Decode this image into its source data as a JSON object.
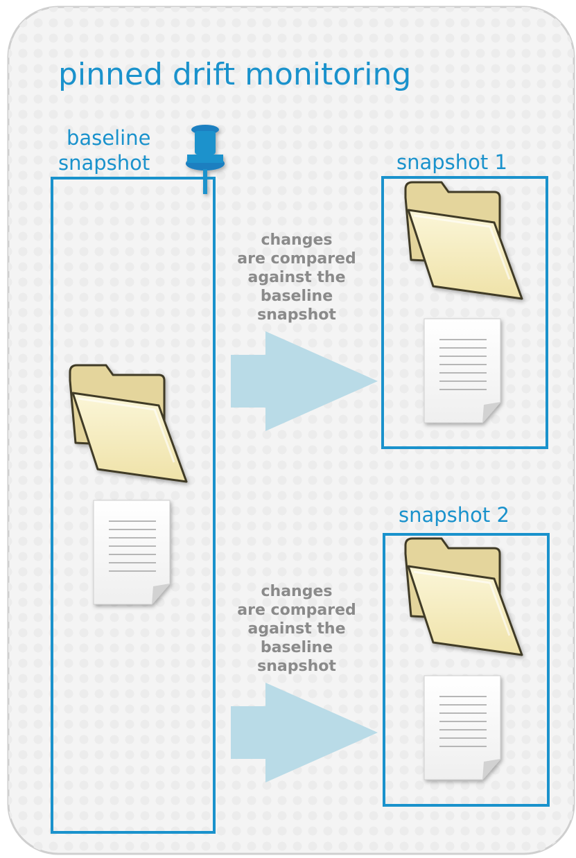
{
  "title": "pinned drift monitoring",
  "baseline": {
    "label_line1": "baseline",
    "label_line2": "snapshot",
    "pin_icon": "pushpin-icon"
  },
  "snapshots": [
    {
      "label": "snapshot 1"
    },
    {
      "label": "snapshot 2"
    }
  ],
  "comparison_note": {
    "lines": [
      "changes",
      "are compared",
      "against the",
      "baseline",
      "snapshot"
    ]
  },
  "icons": {
    "folder": "folder-icon",
    "document": "document-icon",
    "arrow": "arrow-icon"
  },
  "colors": {
    "accent": "#1a92cc",
    "note_text": "#8a8a8a",
    "arrow": "#b9dbe7",
    "folder": "#f5ecc0",
    "panel_background": "#f4f4f4"
  }
}
